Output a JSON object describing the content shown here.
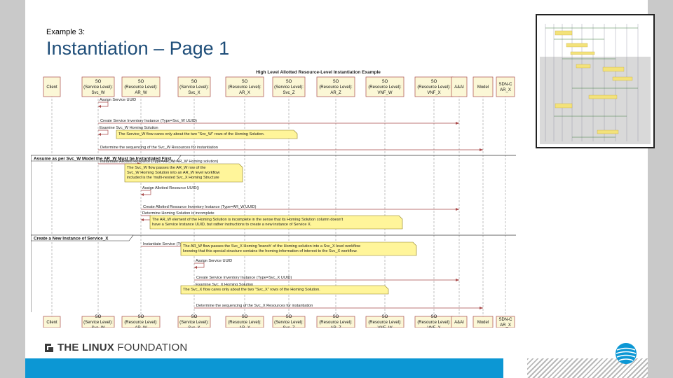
{
  "slide": {
    "subtitle": "Example 3:",
    "title": "Instantiation – Page 1"
  },
  "diagram": {
    "title": "High Level Allotted Resource-Level Instantiation Example",
    "participants": [
      {
        "lines": [
          "Client"
        ]
      },
      {
        "lines": [
          "SO",
          "(Service Level):",
          "Svc_W"
        ]
      },
      {
        "lines": [
          "SO",
          "(Resource Level):",
          "AR_W"
        ]
      },
      {
        "lines": [
          "SO",
          "(Service Level):",
          "Svc_X"
        ]
      },
      {
        "lines": [
          "SO",
          "(Resource Level):",
          "AR_X"
        ]
      },
      {
        "lines": [
          "SO",
          "(Service Level):",
          "Svc_Z"
        ]
      },
      {
        "lines": [
          "SO",
          "(Resource Level):",
          "AR_Z"
        ]
      },
      {
        "lines": [
          "SO",
          "(Resource Level):",
          "VNF_W"
        ]
      },
      {
        "lines": [
          "SO",
          "(Resource Level):",
          "VNF_X"
        ]
      },
      {
        "lines": [
          "A&AI"
        ]
      },
      {
        "lines": [
          "Model"
        ]
      },
      {
        "lines": [
          "SDN-C",
          "AR_X"
        ]
      }
    ],
    "messages": [
      {
        "text": "Assign Service UUID"
      },
      {
        "text": "Create Service Inventory Instance (Type=Svc_W UUID)"
      },
      {
        "text": "Examine Svc_W Homing Solution"
      },
      {
        "text": "Determine the sequencing of the Svc_W Resources for instantiation"
      },
      {
        "text": "Instantiate Allotted Resource (Type=AR_W, AR_W Homing solution)"
      },
      {
        "text": "Assign Allotted Resource UUID()"
      },
      {
        "text": "Create Allotted Resource Inventory Instance (Type=AR_W UUID)"
      },
      {
        "text": "Determine Homing Solution is incomplete"
      },
      {
        "text": "Instantiate Service (Type=Svc_X, Svc_X Homing solution)"
      },
      {
        "text": "Assign Service UUID"
      },
      {
        "text": "Create Service Inventory Instance (Type=Svc_X UUID)"
      },
      {
        "text": "Examine Svc_X Homing Solution"
      },
      {
        "text": "Determine the sequencing of the Svc_X Resources for instantiation"
      }
    ],
    "sections": [
      {
        "text": "Assume as per Svc_W Model the AR_W Must be Instantiated First"
      },
      {
        "text": "Create a New Instance of Service_X"
      }
    ],
    "notes": [
      {
        "lines": [
          "The Service_W flow cares only about the two \"Svc_W\" rows of the Homing Solution."
        ]
      },
      {
        "lines": [
          "The Svc_W flow passes the AR_W row of the",
          "Svc_W Homing Solution into an AR_W level workflow",
          "included is the 'multi-nested Svc_X Homing Structure"
        ]
      },
      {
        "lines": [
          "The AR_W element of the Homing Solution is incomplete in the sense that its Homing Solution column doesn't",
          "have a Service Instance UUID, but rather instructions to create a new instance of Service X."
        ]
      },
      {
        "lines": [
          "The AR_W flow passes the Svc_X Homing 'branch' of the Homing solution into a Svc_X level workflow",
          "knowing that this special structure contains the homing information of interest to the Svc_X workflow."
        ]
      },
      {
        "lines": [
          "The Svc_X flow cares only about the two \"Svc_X\" rows of the Homing Solution."
        ]
      }
    ]
  },
  "footer": {
    "brand_bold": "THE LINUX",
    "brand_rest": " FOUNDATION"
  },
  "colors": {
    "title": "#1f4e79",
    "participant_fill": "#fbf7d6",
    "participant_border": "#a94a4a",
    "note_fill": "#fff59a",
    "arrow": "#a94a4a",
    "band": "#0c97d4"
  }
}
